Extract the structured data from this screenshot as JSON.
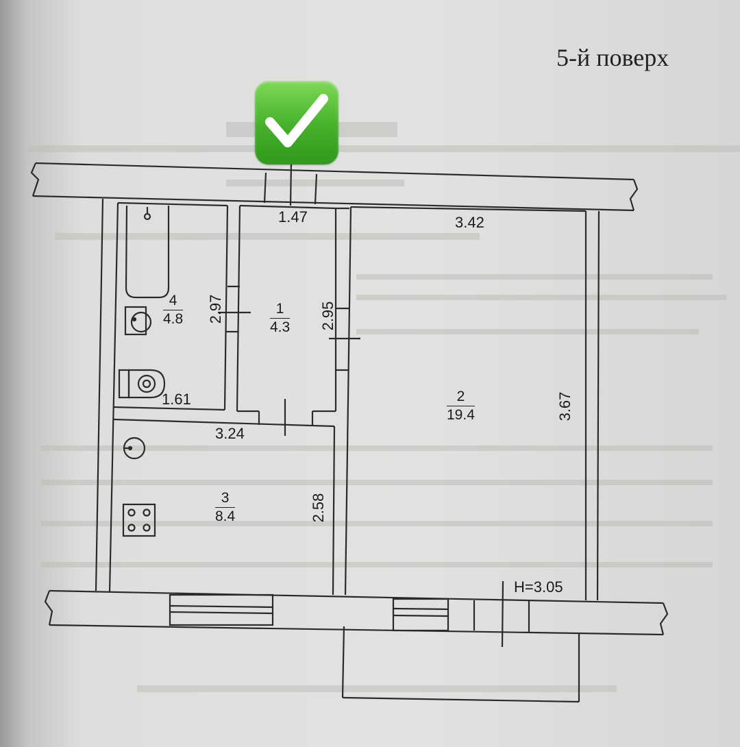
{
  "floor_label": "5-й поверх",
  "badge": {
    "icon": "checkmark-icon",
    "color": "#44b02b"
  },
  "rooms": [
    {
      "number": "1",
      "area": "4.3"
    },
    {
      "number": "2",
      "area": "19.4"
    },
    {
      "number": "3",
      "area": "8.4"
    },
    {
      "number": "4",
      "area": "4.8"
    }
  ],
  "dimensions": {
    "corridor_width": "1.47",
    "corridor_length": "2.97",
    "corridor_right": "2.95",
    "living_width": "3.42",
    "living_length": "3.67",
    "bath_width": "1.61",
    "kitchen_width": "3.24",
    "kitchen_length": "2.58"
  },
  "ceiling_height": "H=3.05"
}
